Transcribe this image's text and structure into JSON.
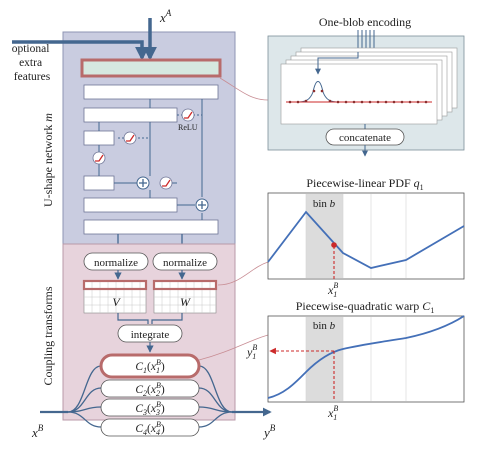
{
  "labels": {
    "input_x": "x",
    "input_x_sup": "A",
    "optional1": "optional",
    "optional2": "extra",
    "optional3": "features",
    "ushape_label": "U-shape network",
    "ushape_m": "m",
    "relu": "ReLU",
    "coupling_label": "Coupling transforms",
    "normalize_left": "normalize",
    "normalize_right": "normalize",
    "v_label": "V",
    "w_label": "W",
    "integrate": "integrate",
    "c1": "C",
    "c1_sub": "1",
    "c2": "C",
    "c2_sub": "2",
    "c3": "C",
    "c3_sub": "3",
    "c4": "C",
    "c4_sub": "4",
    "arg_x": "x",
    "arg_sup": "B",
    "xb_in": "x",
    "xb_in_sup": "B",
    "yb_out": "y",
    "yb_out_sup": "B",
    "one_blob_title": "One-blob encoding",
    "concatenate": "concatenate",
    "pdf_title": "Piecewise-linear PDF",
    "pdf_title_q": "q",
    "pdf_title_sub": "1",
    "bin_b_1": "bin",
    "bin_b_1_b": "b",
    "x1b_1": "x",
    "x1b_1_sup": "B",
    "x1b_1_sub": "1",
    "warp_title": "Piecewise-quadratic warp",
    "warp_title_c": "C",
    "warp_title_sub": "1",
    "bin_b_2": "bin",
    "bin_b_2_b": "b",
    "y1b": "y",
    "y1b_sup": "B",
    "y1b_sub": "1",
    "x1b_2": "x",
    "x1b_2_sup": "B",
    "x1b_2_sub": "1"
  },
  "colors": {
    "panel_blue": "#c9cce0",
    "panel_pink": "#e7d3dc",
    "arrow_blue": "#44678f",
    "highlight_red": "#b86b6b",
    "relu_red": "#cc2a2a",
    "curve_blue": "#4470b8",
    "bin_gray": "#dcdcdc",
    "encoding_bg": "#dde7ea"
  }
}
